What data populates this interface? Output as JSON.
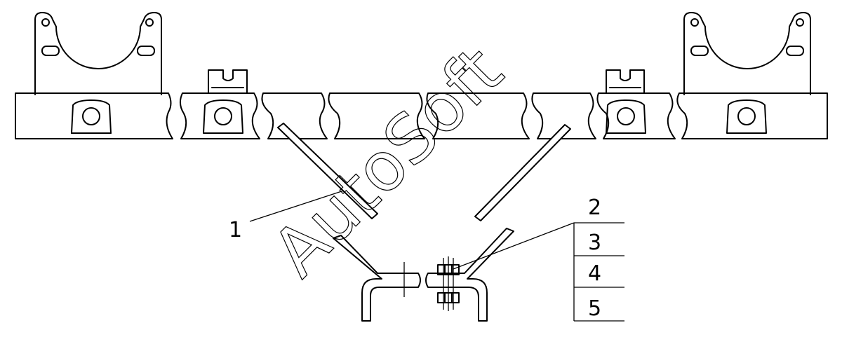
{
  "watermark": {
    "text": "AutoSoft"
  },
  "callouts": [
    {
      "id": "1",
      "label": "1"
    },
    {
      "id": "2",
      "label": "2"
    },
    {
      "id": "3",
      "label": "3"
    },
    {
      "id": "4",
      "label": "4"
    },
    {
      "id": "5",
      "label": "5"
    }
  ],
  "colors": {
    "line": "#000000",
    "background": "#ffffff"
  }
}
